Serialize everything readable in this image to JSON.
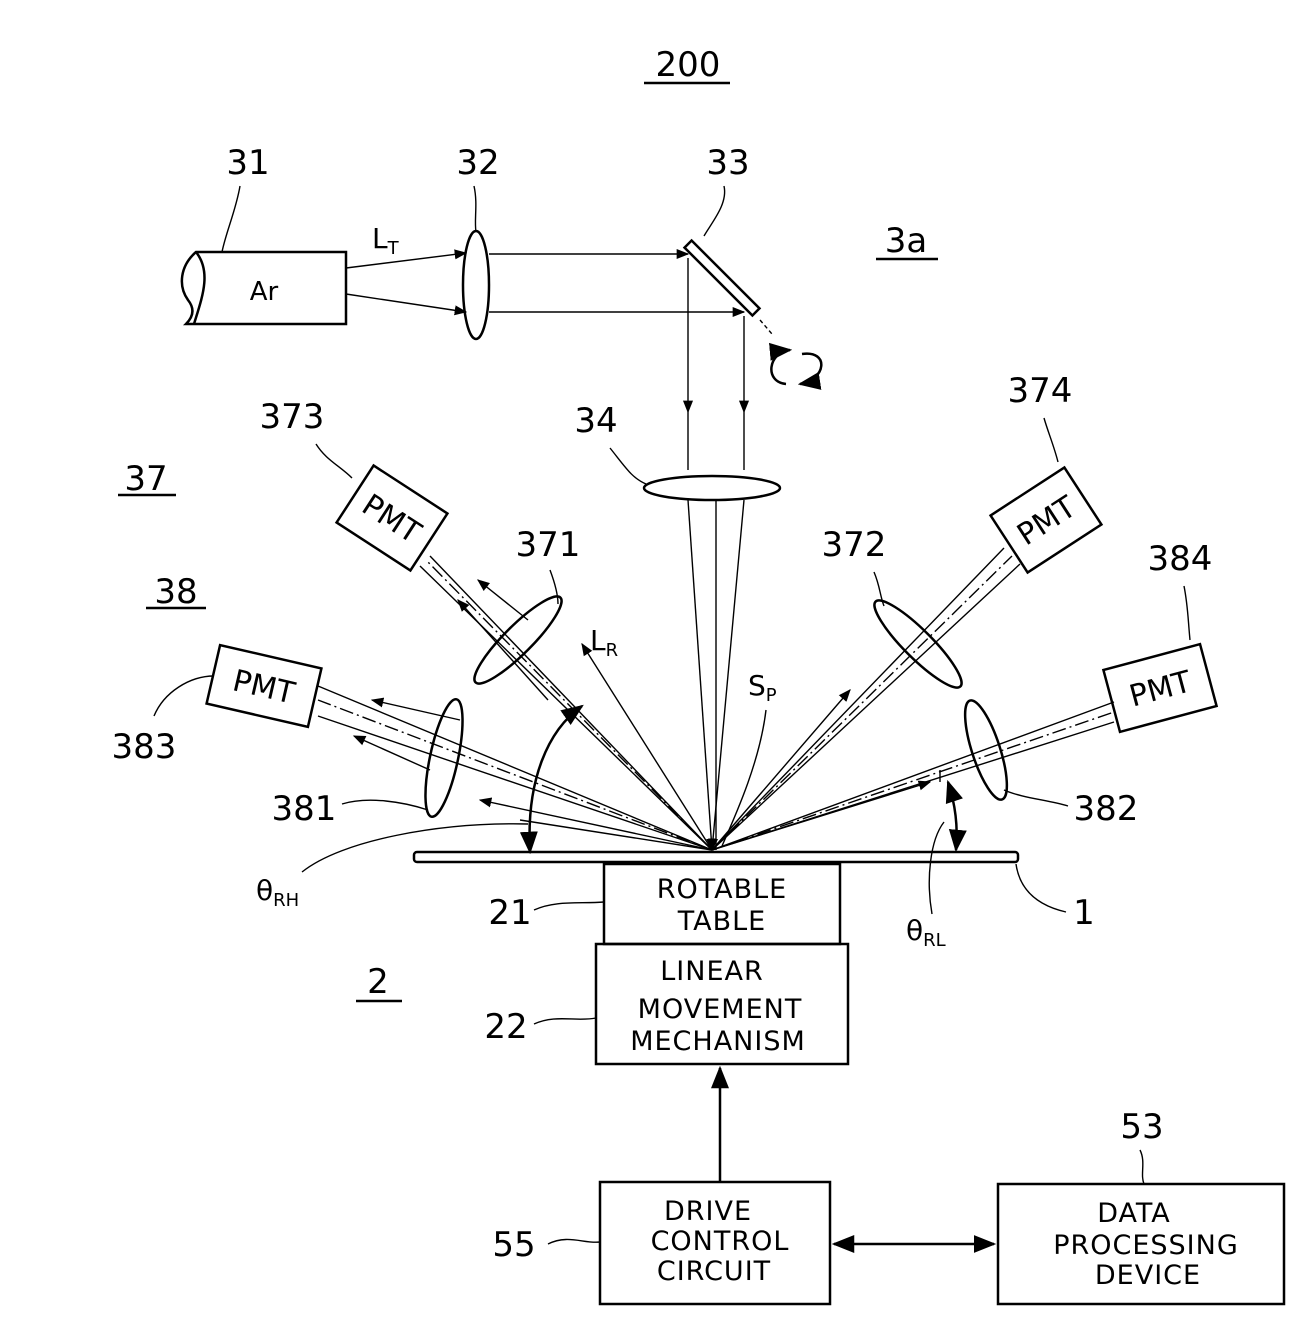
{
  "figure": {
    "title": "200",
    "system_label": "3a",
    "detector_group_labels": [
      "37",
      "38"
    ],
    "stage_label": "2"
  },
  "laser": {
    "ref": "31",
    "text": "Ar",
    "beam_label": "L",
    "beam_sub": "T"
  },
  "optics": {
    "lens_32": "32",
    "mirror_33": "33",
    "lens_34": "34",
    "lens_371": "371",
    "lens_372": "372",
    "lens_381": "381",
    "lens_382": "382"
  },
  "detectors": {
    "pmt_373": {
      "ref": "373",
      "text": "PMT"
    },
    "pmt_374": {
      "ref": "374",
      "text": "PMT"
    },
    "pmt_383": {
      "ref": "383",
      "text": "PMT"
    },
    "pmt_384": {
      "ref": "384",
      "text": "PMT"
    }
  },
  "beams": {
    "reflected_label": "L",
    "reflected_sub": "R",
    "spot_label": "S",
    "spot_sub": "P"
  },
  "angles": {
    "high": {
      "symbol": "θ",
      "sub": "RH"
    },
    "low": {
      "symbol": "θ",
      "sub": "RL"
    }
  },
  "wafer": {
    "ref": "1"
  },
  "rotable_table": {
    "ref": "21",
    "line1": "ROTABLE",
    "line2": "TABLE"
  },
  "linear_mechanism": {
    "ref": "22",
    "line1": "LINEAR",
    "line2": "MOVEMENT",
    "line3": "MECHANISM"
  },
  "drive_control": {
    "ref": "55",
    "line1": "DRIVE",
    "line2": "CONTROL",
    "line3": "CIRCUIT"
  },
  "data_processing": {
    "ref": "53",
    "line1": "DATA",
    "line2": "PROCESSING",
    "line3": "DEVICE"
  }
}
